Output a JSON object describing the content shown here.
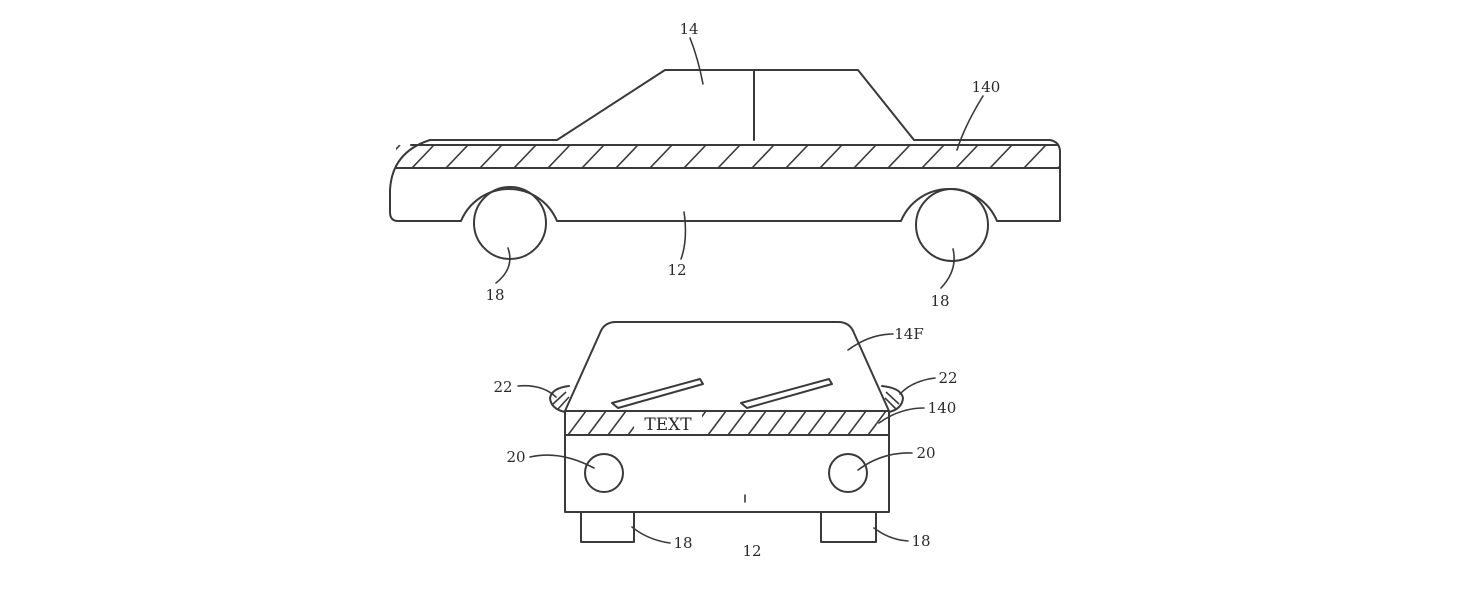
{
  "labels": {
    "roof_side": "14",
    "panel_side": "140",
    "body_side": "12",
    "wheel_side_left": "18",
    "wheel_side_right": "18",
    "windshield_front": "14F",
    "mirror_left": "22",
    "mirror_right": "22",
    "panel_front": "140",
    "headlight_left": "20",
    "headlight_right": "20",
    "body_front": "12",
    "tire_front_left": "18",
    "tire_front_right": "18"
  },
  "panel_text": "TEXT",
  "colors": {
    "line": "#3a3a3a",
    "background": "#ffffff"
  }
}
